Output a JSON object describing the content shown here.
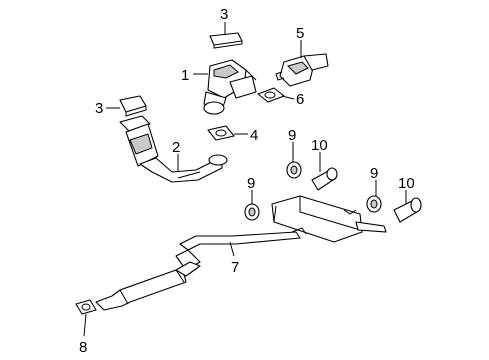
{
  "diagram": {
    "callouts": [
      {
        "id": "c3a",
        "label": "3"
      },
      {
        "id": "c5",
        "label": "5"
      },
      {
        "id": "c1",
        "label": "1"
      },
      {
        "id": "c6",
        "label": "6"
      },
      {
        "id": "c3b",
        "label": "3"
      },
      {
        "id": "c4",
        "label": "4"
      },
      {
        "id": "c2",
        "label": "2"
      },
      {
        "id": "c9a",
        "label": "9"
      },
      {
        "id": "c10a",
        "label": "10"
      },
      {
        "id": "c9b",
        "label": "9"
      },
      {
        "id": "c9c",
        "label": "9"
      },
      {
        "id": "c10b",
        "label": "10"
      },
      {
        "id": "c7",
        "label": "7"
      },
      {
        "id": "c8",
        "label": "8"
      }
    ]
  }
}
